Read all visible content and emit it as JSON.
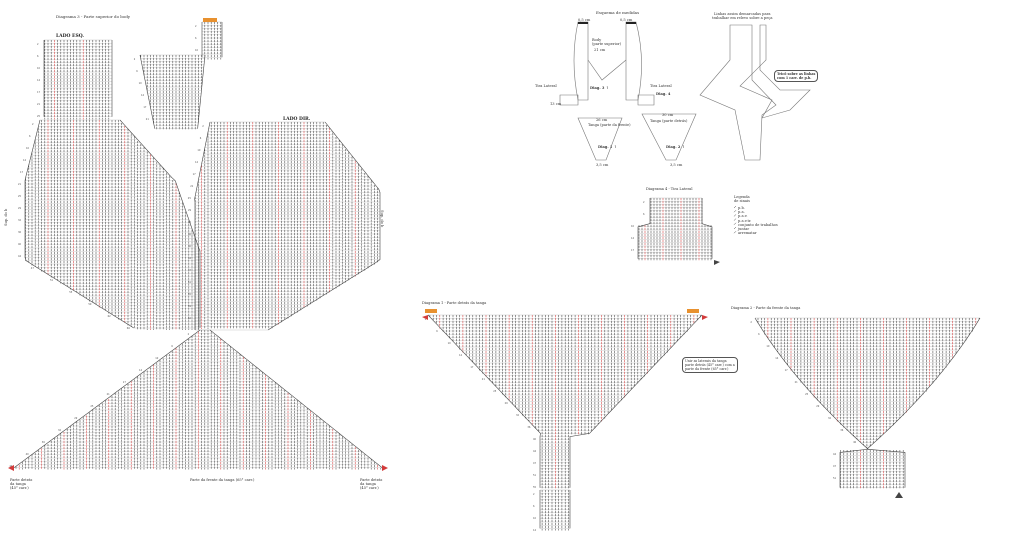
{
  "colors": {
    "stitch": "#444444",
    "accent": "#d33a3a",
    "marker": "#e8912f",
    "outline": "#777777"
  },
  "diagram3": {
    "title": "Diagrama 3 - Parte superior do body",
    "left_side": "LADO ESQ.",
    "right_side": "LADO DIR.",
    "left_vertical": "Sup. do b",
    "right_vertical": "Sup. do b",
    "bottom_left": "Parte detrás\nda tanga\n(45° carr.)",
    "bottom_center": "Parte da frente da tanga (65° carr.)",
    "bottom_right": "Parte detrás\nda tanga\n(45° carr.)"
  },
  "schema": {
    "title": "Esquema de medidas",
    "body_label": "Body\n(parte superior)",
    "tira_left": "Tira Lateral",
    "tira_right": "Tira Lateral",
    "tanga_front": "Tanga (parte da frente)",
    "tanga_back": "Tanga (parte detrás)",
    "m_top_left": "0,5 cm",
    "m_top_right": "0,5 cm",
    "m_body": "21 cm",
    "m_side": "13 cm",
    "m_front_w": "26 cm",
    "m_back_w": "30 cm",
    "m_bottom_l": "3,5 cm",
    "m_bottom_r": "3,5 cm",
    "diag_left": "Diag. 3 ↑",
    "diag_right": "Diag. 4",
    "diag_front": "Diag. 1 ↑",
    "diag_back": "Diag. 2 ↑"
  },
  "joining": {
    "title": "Linhas assim demarcadas para\ntrabalhar em relevo sobre a peça",
    "note": "Tricô sobre as linhas\ncom 1 carr. de p.b."
  },
  "diagram4": {
    "title": "Diagrama 4 - Tira Lateral"
  },
  "legend": {
    "title": "Legenda\nde sinais",
    "items": [
      "p.b.",
      "p.a.",
      "p.a.v.",
      "p.a.v.tr.",
      "conjunto de trabalhos",
      "juntar",
      "arrematar"
    ]
  },
  "diagram1": {
    "title": "Diagrama 1 - Parte detrás da tanga",
    "callout": "Unir as laterais da tanga\nparte detrás (45° carr.) com a\nparte da frente (65° carr.)"
  },
  "diagram2": {
    "title": "Diagrama 2 - Parte da frente da tanga"
  }
}
